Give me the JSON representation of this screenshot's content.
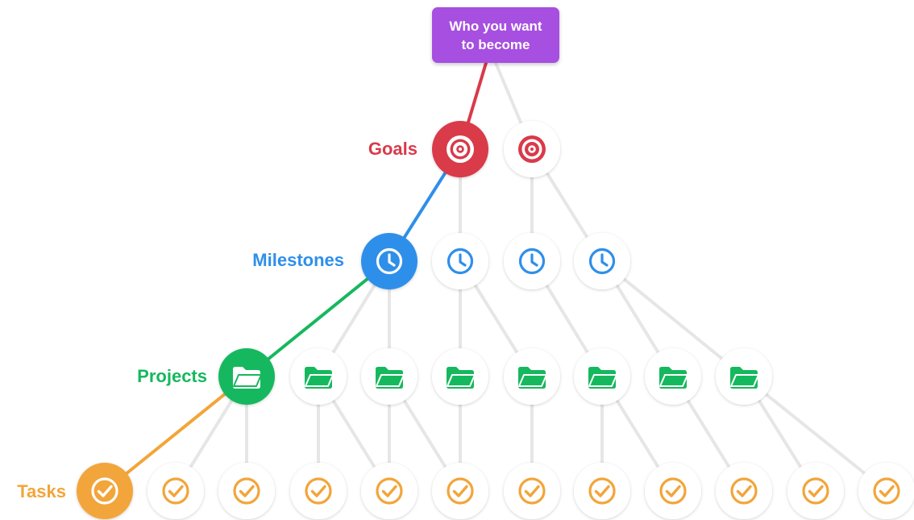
{
  "root": {
    "title_lines": [
      "Who you want",
      "to become"
    ],
    "color": "#A64FE0"
  },
  "levels": {
    "goals": {
      "label": "Goals",
      "color": "#D93A4A",
      "icon": "target-icon",
      "count": 2
    },
    "milestones": {
      "label": "Milestones",
      "color": "#2F8FEA",
      "icon": "clock-icon",
      "count": 4
    },
    "projects": {
      "label": "Projects",
      "color": "#16B85E",
      "icon": "folder-icon",
      "count": 8
    },
    "tasks": {
      "label": "Tasks",
      "color": "#F2A53A",
      "icon": "check-circle-icon",
      "count": 12
    }
  },
  "connector_color": "#E6E6E6",
  "node_fill": "#FFFFFF"
}
